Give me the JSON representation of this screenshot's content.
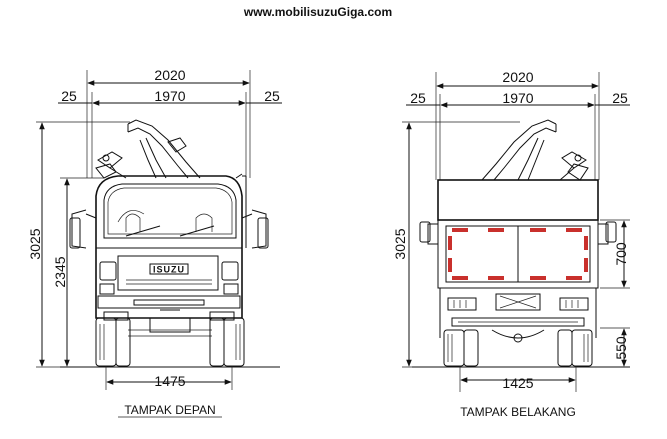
{
  "header": {
    "website": "www.mobilisuzuGiga.com"
  },
  "front_view": {
    "caption": "TAMPAK DEPAN",
    "brand_text": "ISUZU",
    "dims": {
      "overall_width": "2020",
      "body_width": "1970",
      "left_overhang": "25",
      "right_overhang": "25",
      "overall_height": "3025",
      "cab_height": "2345",
      "track": "1475"
    }
  },
  "rear_view": {
    "caption": "TAMPAK BELAKANG",
    "dims": {
      "overall_width": "2020",
      "body_width": "1970",
      "left_overhang": "25",
      "right_overhang": "25",
      "overall_height": "3025",
      "deck_side_height": "700",
      "deck_floor_height": "550",
      "track": "1425"
    }
  },
  "colors": {
    "line": "#111111",
    "reflector": "#c9302c",
    "background": "#ffffff"
  }
}
